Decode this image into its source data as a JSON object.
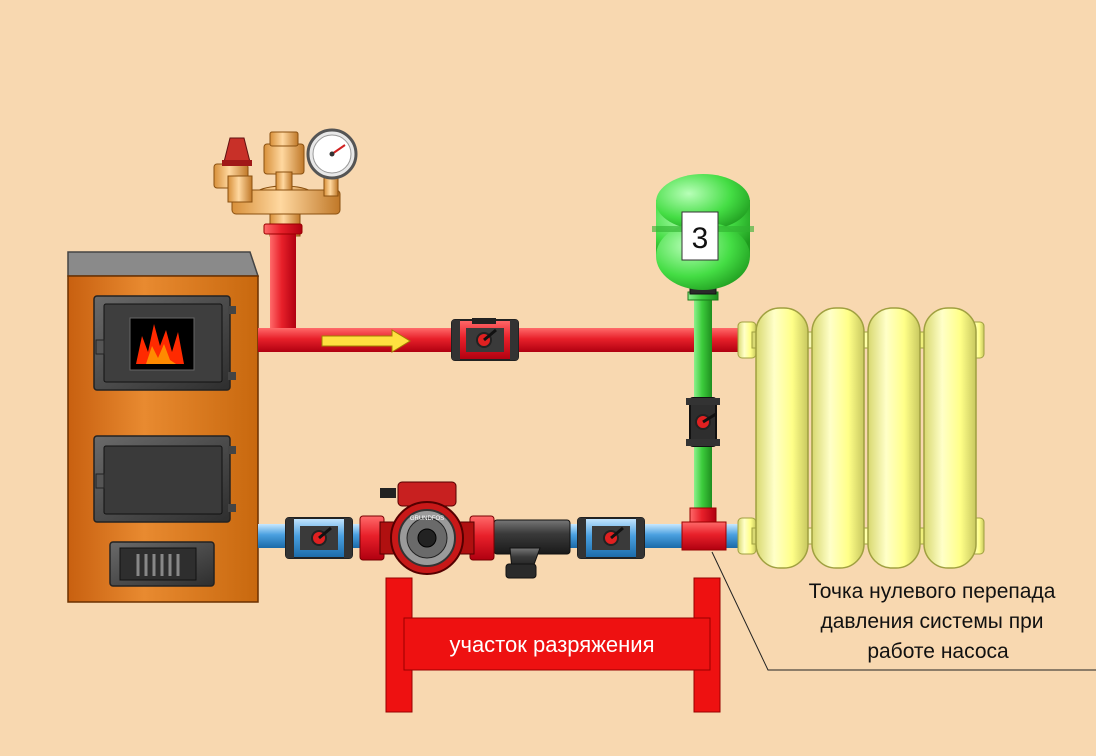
{
  "expansion_tank": {
    "label": "3"
  },
  "pump": {
    "brand": "GRUNDFOS"
  },
  "vacuum_zone": {
    "label": "участок разряжения"
  },
  "annotation": {
    "line1": "Точка нулевого перепада",
    "line2": "давления системы при",
    "line3": "работе насоса"
  },
  "colors": {
    "background": "#f8d8b0",
    "supply_pipe": "#e8202a",
    "return_pipe": "#4aa0e0",
    "expansion_pipe": "#3ccc3c",
    "radiator": "#ffff88",
    "boiler": "#e07a1c",
    "flow_arrow": "#ffe040",
    "vacuum_zone": "#ee1111"
  }
}
